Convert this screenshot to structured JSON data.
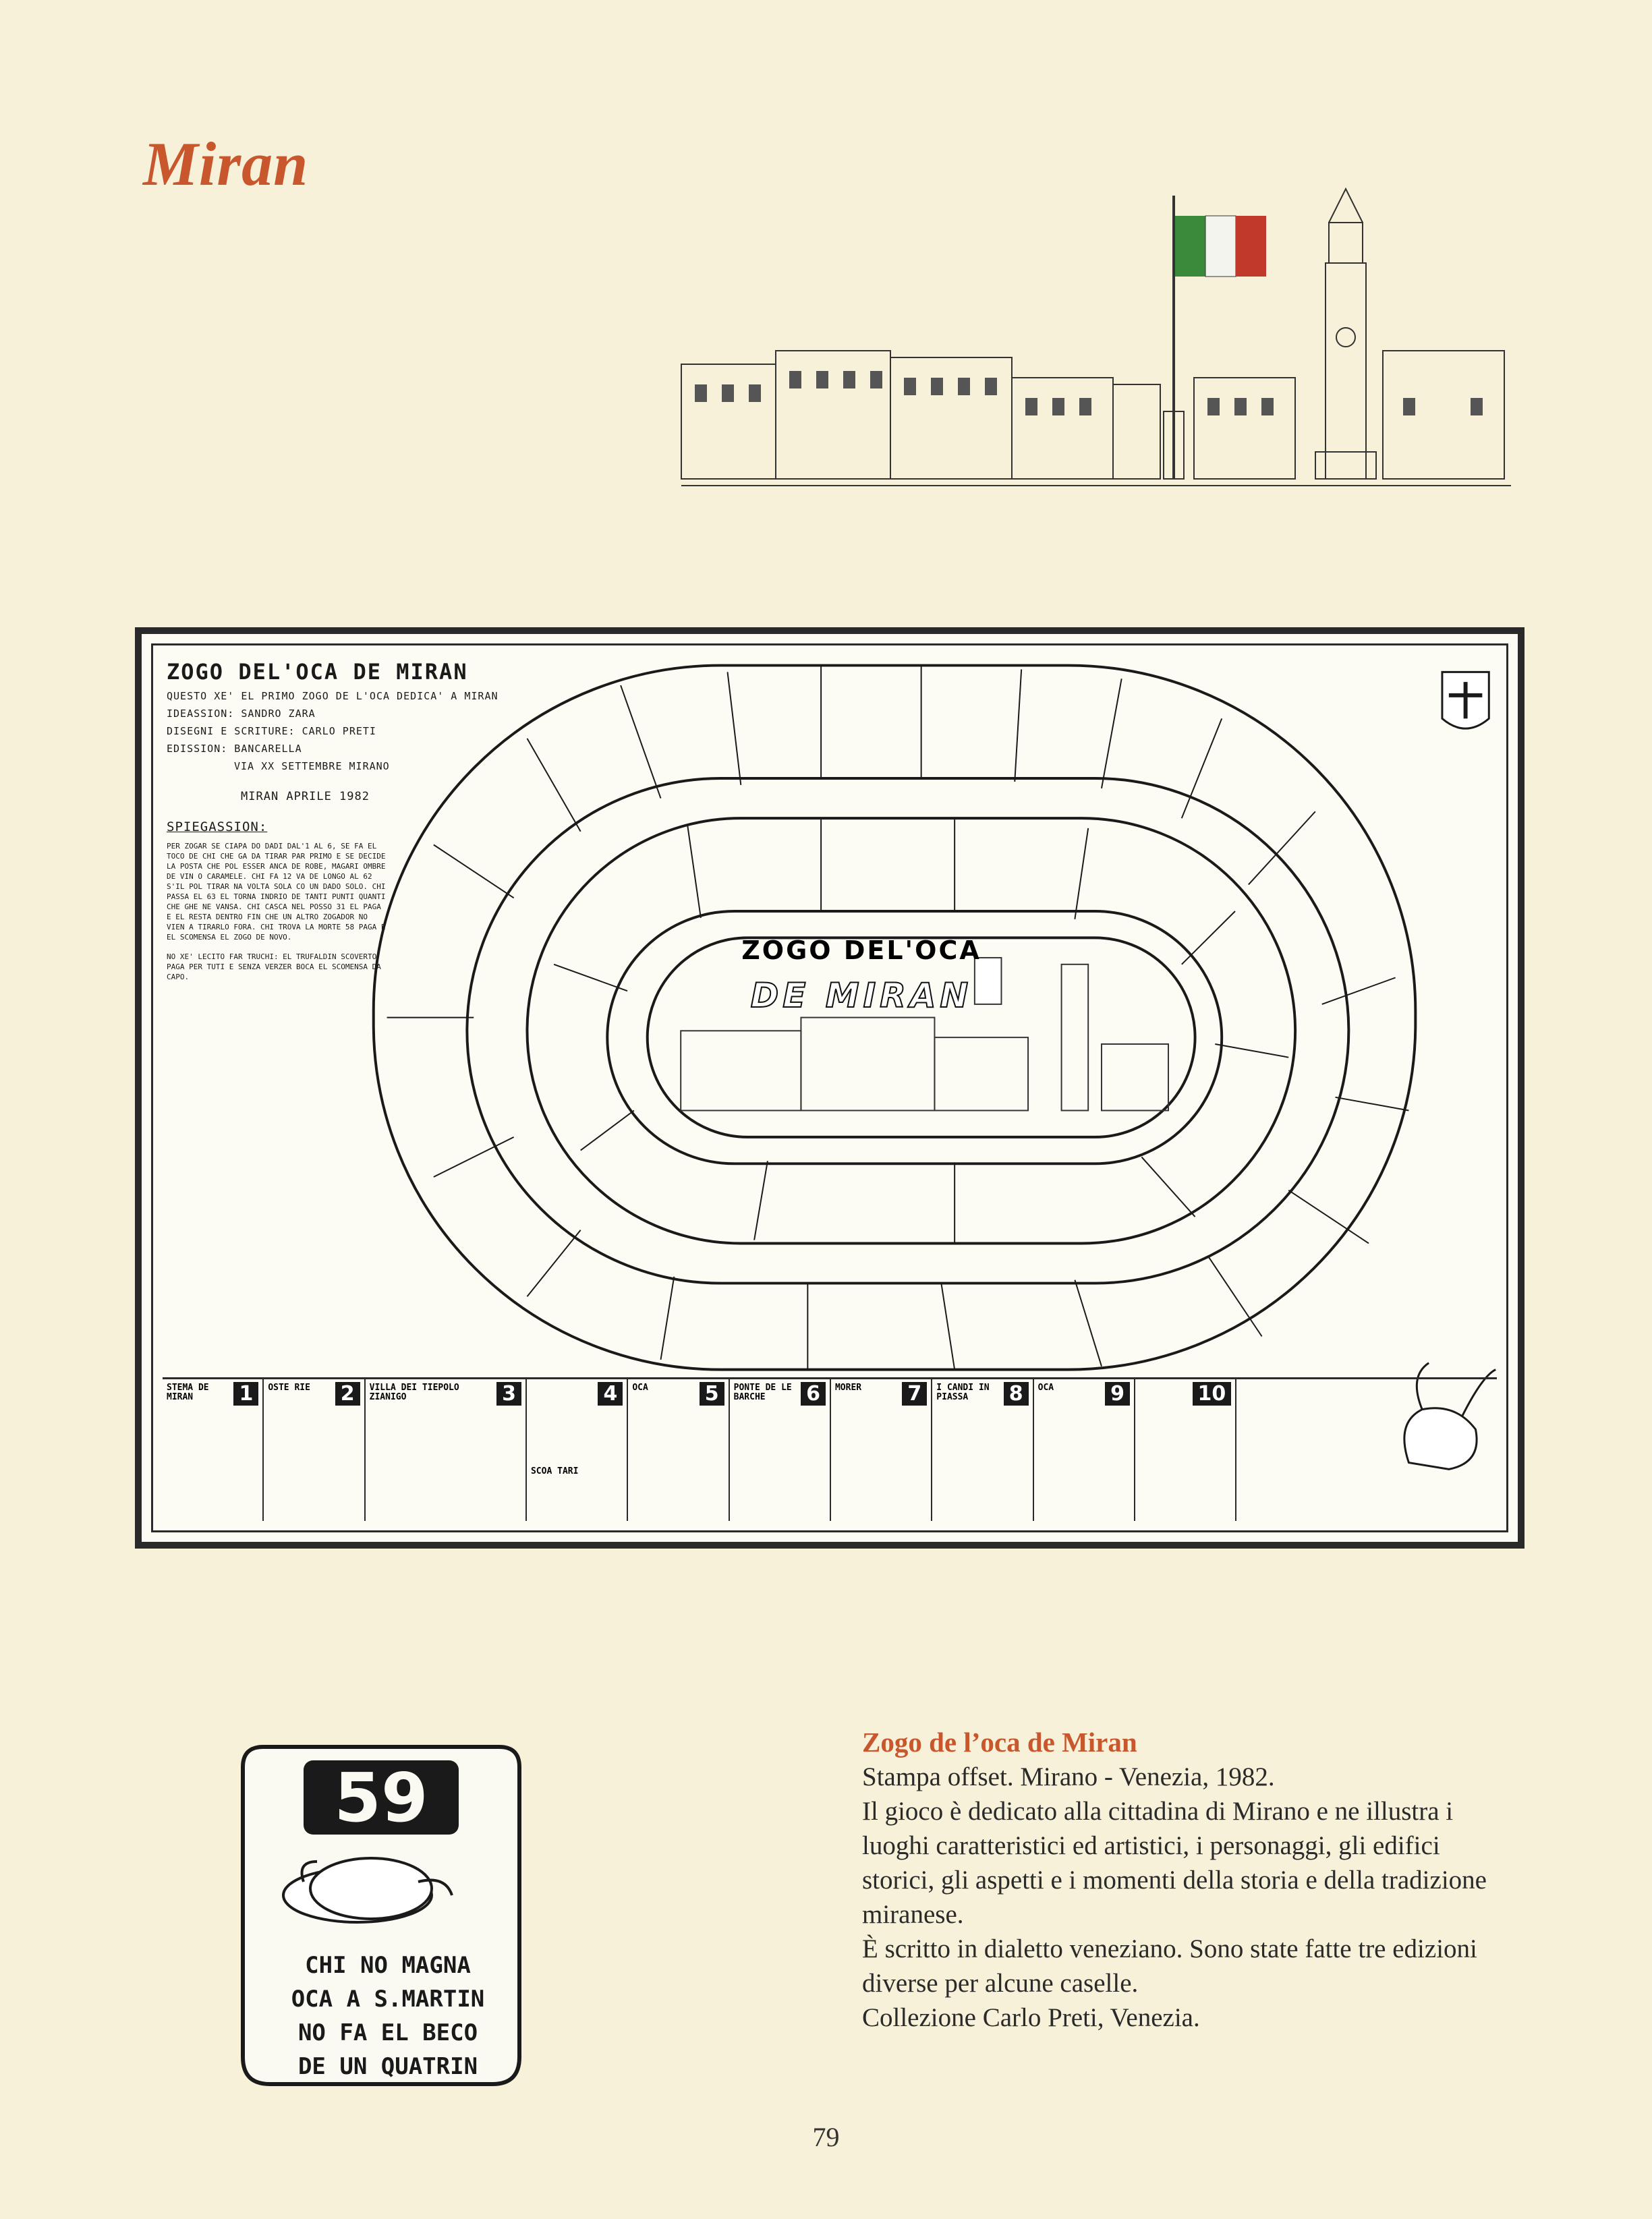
{
  "page": {
    "title": "Miran",
    "number": "79"
  },
  "board": {
    "heading": "ZOGO DEL'OCA DE MIRAN",
    "dedication": "QUESTO XE' EL PRIMO ZOGO DE L'OCA DEDICA' A MIRAN",
    "ideassion": "IDEASSION: SANDRO ZARA",
    "disegni": "DISEGNI E SCRITURE: CARLO PRETI",
    "edissione": "EDISSION: BANCARELLA",
    "address": "VIA XX SETTEMBRE MIRANO",
    "date": "MIRAN APRILE 1982",
    "rules_heading": "SPIEGASSION:",
    "rules": "Per zogar se ciapa do dadi dal'1 al 6, se fa el toco de chi che ga da tirar par primo e se decide la posta che pol esser anca de robe, magari ombre de vin o caramele. Chi fa 12 va de longo al 62 s'il pol tirar na volta sola co un dado solo. Chi passa el 63 el torna indrio de tanti punti quanti che ghe ne vansa. Chi casca nel posso 31 el paga e el resta dentro fin che un altro zogador no vien a tirarlo fora. Chi trova la morte 58 paga e el scomensa el zogo de novo.",
    "footer": "NO XE' LECITO FAR TRUCHI: EL TRUFALDIN SCOVERTO PAGA PER TUTI E SENZA VERZER BOCA EL SCOMENSA DA CAPO.",
    "center_title": "ZOGO DEL'OCA",
    "center_subtitle": "DE MIRAN",
    "bottom_squares": [
      {
        "label": "STEMA DE MIRAN",
        "num": "1"
      },
      {
        "label": "OSTE RIE",
        "num": "2"
      },
      {
        "label": "VILLA DEI TIEPOLO ZIANIGO",
        "num": "3"
      },
      {
        "label": "SCOA TARI",
        "num": "4"
      },
      {
        "label": "OCA",
        "num": "5"
      },
      {
        "label": "PONTE DE LE BARCHE",
        "num": "6"
      },
      {
        "label": "MORER",
        "num": "7"
      },
      {
        "label": "I CANDI IN PIASSA",
        "num": "8"
      },
      {
        "label": "OCA",
        "num": "9"
      },
      {
        "label": "",
        "num": "10"
      }
    ]
  },
  "detail": {
    "number": "59",
    "line1": "CHI NO MAGNA",
    "line2": "OCA A S.MARTIN",
    "line3": "NO FA EL BECO",
    "line4": "DE UN QUATRIN"
  },
  "caption": {
    "title": "Zogo de l’oca de Miran",
    "line1": "Stampa offset. Mirano - Venezia, 1982.",
    "line2": "Il gioco è dedicato alla cittadina di Mirano e ne illustra i luoghi caratteristici ed artistici, i personaggi, gli edifici storici, gli aspetti e i momenti della storia e della tradizione miranese.",
    "line3": "È scritto in dialetto veneziano. Sono state fatte tre edizioni diverse per alcune caselle.",
    "line4": "Collezione Carlo Preti, Venezia."
  },
  "colors": {
    "accent": "#c9572e",
    "paper": "#f6f1d8",
    "ink": "#1a1a1a"
  }
}
